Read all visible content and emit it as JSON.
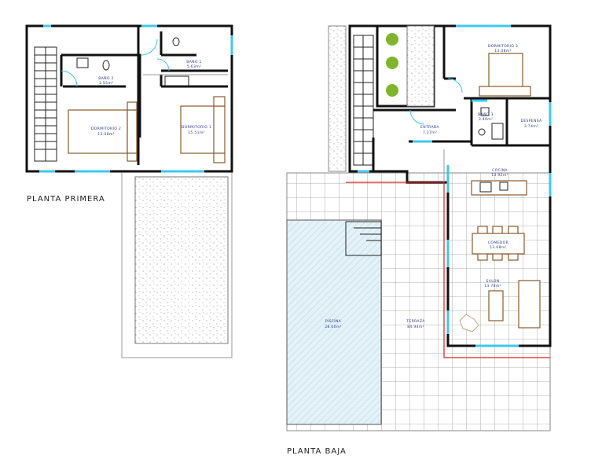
{
  "plans": {
    "upper": {
      "title": "PLANTA PRIMERA",
      "rooms": [
        {
          "name": "BAÑO 2",
          "area": "3.55m²"
        },
        {
          "name": "BAÑO 1",
          "area": "5.63m²"
        },
        {
          "name": "DORMITORIO 2",
          "area": "13.08m²"
        },
        {
          "name": "DORMITORIO 1",
          "area": "15.51m²"
        }
      ]
    },
    "ground": {
      "title": "PLANTA BAJA",
      "rooms": [
        {
          "name": "DORMITORIO 3",
          "area": "13.08m²"
        },
        {
          "name": "ENTRADA",
          "area": "7.27m²"
        },
        {
          "name": "BAÑO 3",
          "area": "3.40m²"
        },
        {
          "name": "DESPENSA",
          "area": "3.74m²"
        },
        {
          "name": "COCINA",
          "area": "13.92m²"
        },
        {
          "name": "COMEDOR",
          "area": "13.68m²"
        },
        {
          "name": "SALON",
          "area": "13.78m²"
        },
        {
          "name": "PISCINA",
          "area": "28.00m²"
        },
        {
          "name": "TERRAZA",
          "area": "84.94m²"
        }
      ]
    }
  },
  "colors": {
    "wall": "#111111",
    "window": "#3cc8ee",
    "furniture": "#8a5a2b",
    "terrace_edge": "#e02020",
    "pool": "#dbeef6"
  }
}
